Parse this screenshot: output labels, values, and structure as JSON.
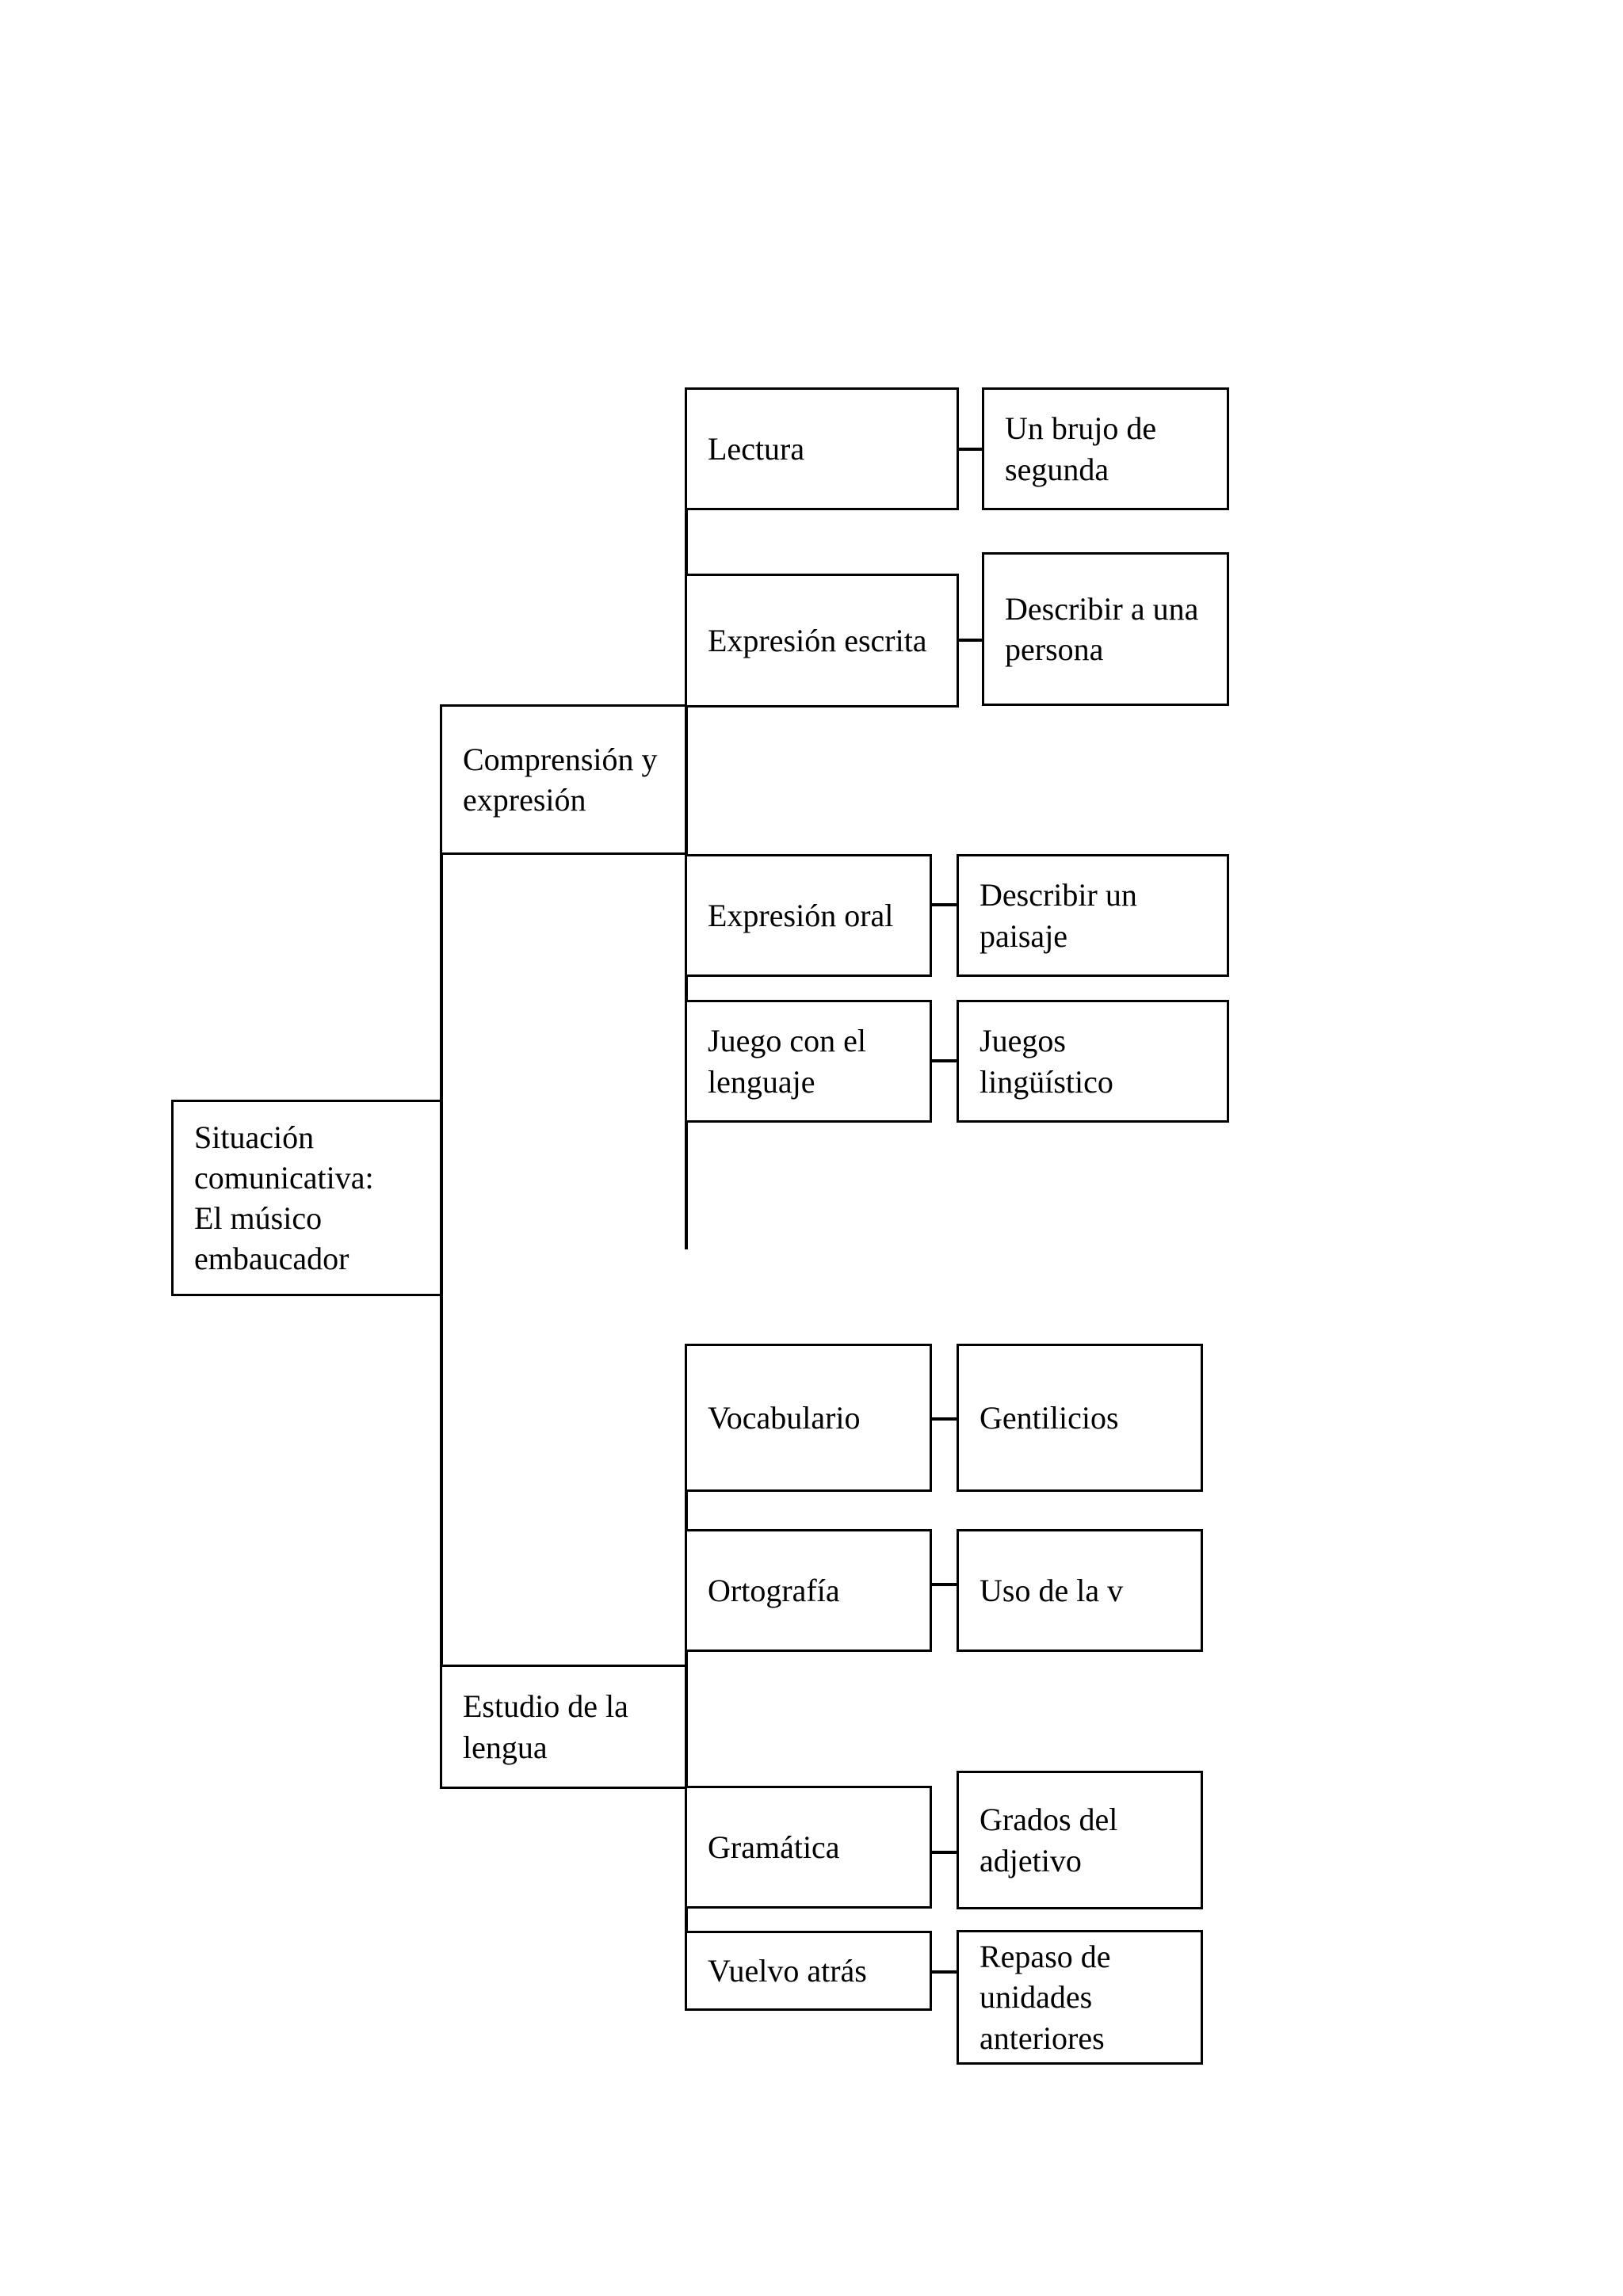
{
  "diagram": {
    "type": "hierarchical-tree",
    "title": "Situación comunicativa: El músico embaucador",
    "orientation": "left-to-right",
    "levels": 3,
    "root": {
      "label": "Situación\ncomunicativa:\nEl músico\nembaucador"
    },
    "branches": [
      {
        "label": "Comprensión y\nexpresión",
        "children": [
          {
            "label": "Lectura",
            "detail": "Un brujo de\nsegunda"
          },
          {
            "label": "Expresión escrita",
            "detail": "Describir a una\npersona"
          },
          {
            "label": "Expresión oral",
            "detail": "Describir un\npaisaje"
          },
          {
            "label": "Juego con el\nlenguaje",
            "detail": "Juegos\nlingüístico"
          }
        ]
      },
      {
        "label": "Estudio de la\nlengua",
        "children": [
          {
            "label": "Vocabulario",
            "detail": "Gentilicios"
          },
          {
            "label": "Ortografía",
            "detail": "Uso de la v"
          },
          {
            "label": "Gramática",
            "detail": "Grados del\nadjetivo"
          },
          {
            "label": "Vuelvo atrás",
            "detail": "Repaso de\nunidades\nanteriores"
          }
        ]
      }
    ],
    "colors": {
      "background": "#ffffff",
      "border": "#000000",
      "text": "#000000"
    }
  }
}
